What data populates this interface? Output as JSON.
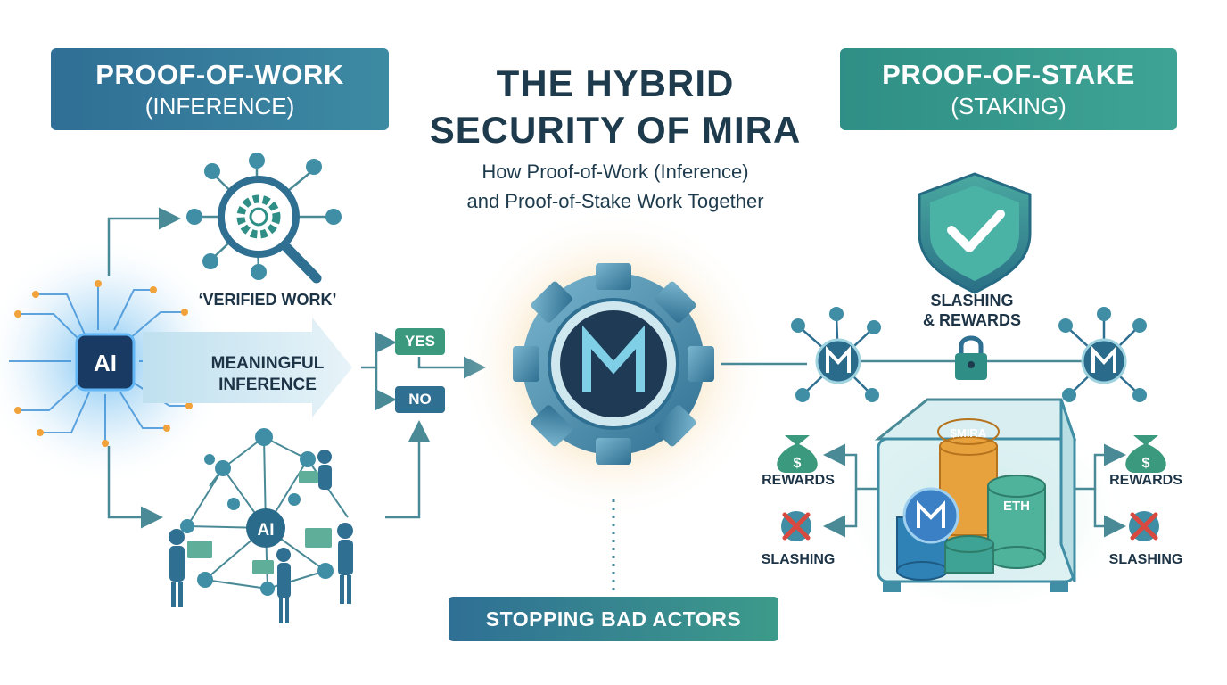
{
  "title": {
    "line1": "THE HYBRID",
    "line2": "SECURITY OF MIRA"
  },
  "subtitle": {
    "line1": "How Proof-of-Work (Inference)",
    "line2": "and Proof-of-Stake Work Together"
  },
  "pow_panel": {
    "line1": "PROOF-OF-WORK",
    "line2": "(INFERENCE)"
  },
  "pos_panel": {
    "line1": "PROOF-OF-STAKE",
    "line2": "(STAKING)"
  },
  "labels": {
    "verified_work": "‘VERIFIED WORK’",
    "meaningful_line1": "MEANINGFUL",
    "meaningful_line2": "INFERENCE",
    "ai_chip": "AI",
    "ai_network": "AI",
    "yes": "YES",
    "no": "NO",
    "slashing_rewards_line1": "SLASHING",
    "slashing_rewards_line2": "& REWARDS",
    "rewards_left": "REWARDS",
    "slashing_left": "SLASHING",
    "rewards_right": "REWARDS",
    "slashing_right": "SLASHING",
    "coin_mira": "$MIRA",
    "coin_eth": "ETH",
    "stopping": "STOPPING BAD ACTORS",
    "dollar": "$"
  },
  "colors": {
    "navy": "#1d3b4d",
    "teal": "#3b9a7d",
    "blue": "#2f6f91",
    "red": "#d84a3f",
    "orange": "#f2a23a",
    "line": "#4a8a97"
  },
  "icons": [
    "ai-chip-icon",
    "gear-magnifier-icon",
    "shield-check-icon",
    "mira-gear-icon",
    "lock-icon",
    "money-bag-icon",
    "cross-circle-icon",
    "vault-icon"
  ]
}
